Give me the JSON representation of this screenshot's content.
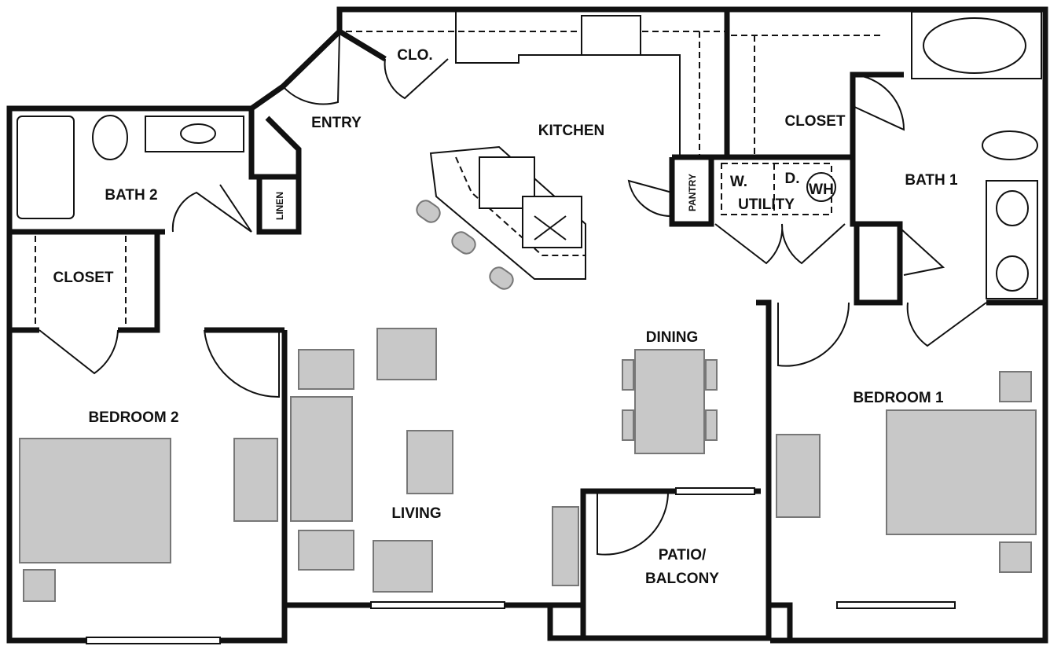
{
  "rooms": {
    "closet_small": "CLO.",
    "entry": "ENTRY",
    "kitchen": "KITCHEN",
    "closet_bath1": "CLOSET",
    "bath1": "BATH 1",
    "bath2": "BATH 2",
    "linen": "LINEN",
    "pantry": "PANTRY",
    "washer": "W.",
    "dryer": "D.",
    "water_heater": "WH",
    "utility": "UTILITY",
    "closet_bed2": "CLOSET",
    "bedroom2": "BEDROOM 2",
    "dining": "DINING",
    "bedroom1": "BEDROOM 1",
    "living": "LIVING",
    "patio_line1": "PATIO/",
    "patio_line2": "BALCONY"
  }
}
